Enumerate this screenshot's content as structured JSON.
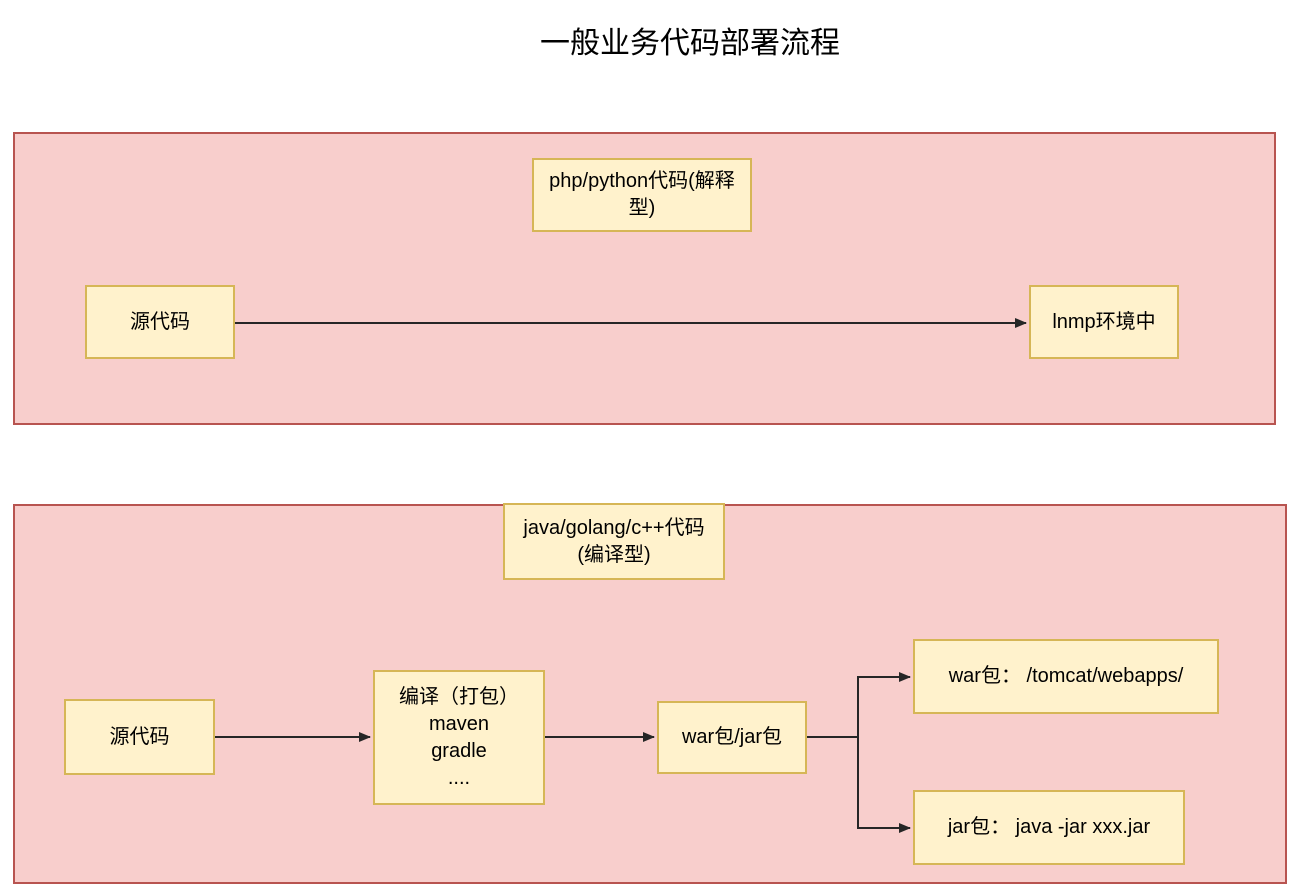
{
  "title": "一般业务代码部署流程",
  "colors": {
    "container_fill": "#f8cecc",
    "container_stroke": "#b85450",
    "node_fill": "#fff2cc",
    "node_stroke": "#d6b656",
    "edge": "#262626",
    "text": "#000000",
    "background": "#ffffff"
  },
  "flow_interpreted": {
    "label_lines": [
      "php/python代码(解释",
      "型)"
    ],
    "nodes": {
      "source": "源代码",
      "target": "lnmp环境中"
    }
  },
  "flow_compiled": {
    "label_lines": [
      "java/golang/c++代码",
      "(编译型)"
    ],
    "nodes": {
      "source": "源代码",
      "compile_lines": [
        "编译（打包）",
        "maven",
        "gradle",
        "...."
      ],
      "package": "war包/jar包",
      "war_deploy": "war包： /tomcat/webapps/",
      "jar_deploy": "jar包： java -jar xxx.jar"
    }
  }
}
